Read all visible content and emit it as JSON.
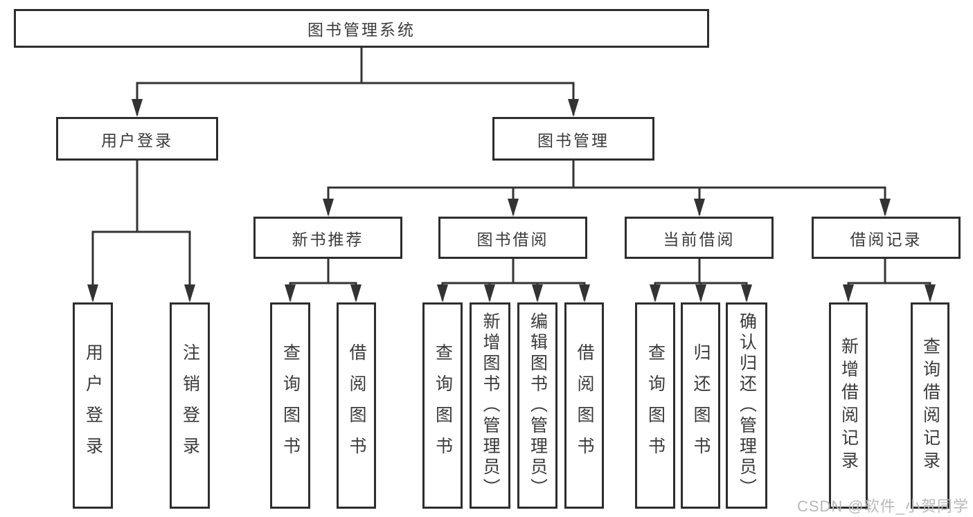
{
  "tree": {
    "label": "图书管理系统",
    "children": [
      {
        "label": "用户登录",
        "children": [
          {
            "label": "用户登录"
          },
          {
            "label": "注销登录"
          }
        ]
      },
      {
        "label": "图书管理",
        "children": [
          {
            "label": "新书推荐",
            "children": [
              {
                "label": "查询图书"
              },
              {
                "label": "借阅图书"
              }
            ]
          },
          {
            "label": "图书借阅",
            "children": [
              {
                "label": "查询图书"
              },
              {
                "label": "新增图书（管理员）"
              },
              {
                "label": "编辑图书（管理员）"
              },
              {
                "label": "借阅图书"
              }
            ]
          },
          {
            "label": "当前借阅",
            "children": [
              {
                "label": "查询图书"
              },
              {
                "label": "归还图书"
              },
              {
                "label": "确认归还（管理员）"
              }
            ]
          },
          {
            "label": "借阅记录",
            "children": [
              {
                "label": "新增借阅记录"
              },
              {
                "label": "查询借阅记录"
              }
            ]
          }
        ]
      }
    ]
  },
  "watermark": "CSDN @软件_小贺同学",
  "colors": {
    "line": "#333333",
    "box_border": "#2d2d2d",
    "text": "#3a3a3a",
    "watermark": "#b8b8b8",
    "background": "#ffffff"
  }
}
